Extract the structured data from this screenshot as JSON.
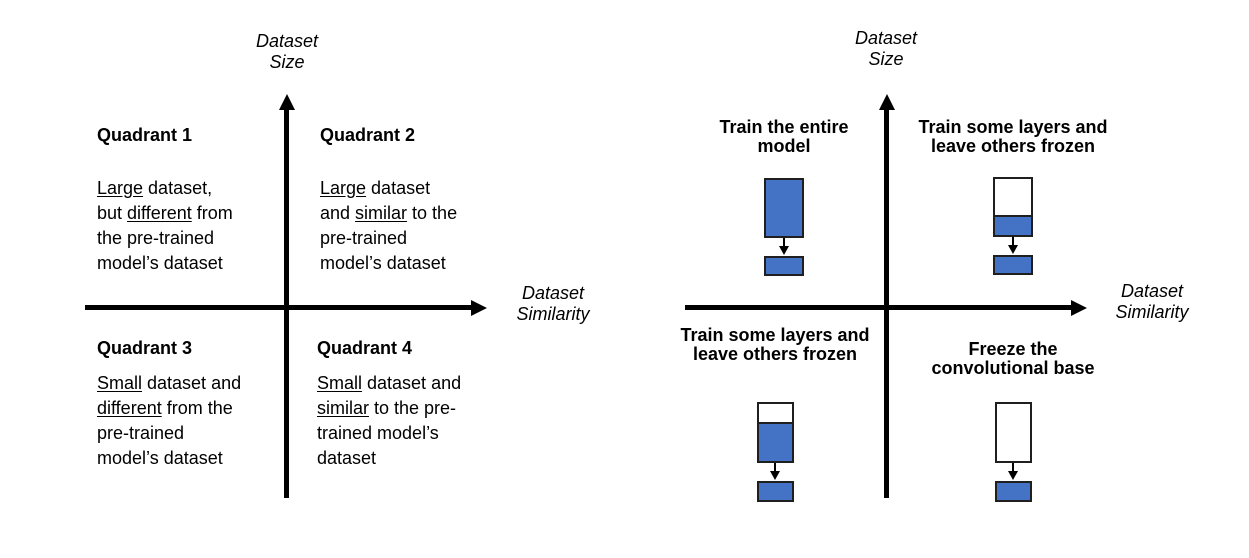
{
  "colors": {
    "trained_fill": "#4472C4",
    "frozen_fill": "#FFFFFF",
    "shape_border": "#1F1F1F",
    "axis": "#000000"
  },
  "left_chart": {
    "y_axis_label": "Dataset\nSize",
    "x_axis_label": "Dataset\nSimilarity",
    "quadrants": [
      {
        "title": "Quadrant 1",
        "body": "_Large_ dataset,\nbut _different_ from\nthe pre-trained\nmodel’s dataset"
      },
      {
        "title": "Quadrant 2",
        "body": "_Large_ dataset\nand _similar_ to the\npre-trained\nmodel’s dataset"
      },
      {
        "title": "Quadrant 3",
        "body": "_Small_ dataset and\n_different_ from the\npre-trained\nmodel’s dataset"
      },
      {
        "title": "Quadrant 4",
        "body": "_Small_ dataset and\n_similar_ to the pre-\ntrained model’s\ndataset"
      }
    ]
  },
  "right_chart": {
    "y_axis_label": "Dataset\nSize",
    "x_axis_label": "Dataset\nSimilarity",
    "quadrants": [
      {
        "title": "Train the entire\nmodel",
        "diagram": {
          "width": 40,
          "stack_height": 60,
          "frozen_height": 0,
          "output_height": 20
        }
      },
      {
        "title": "Train some layers and\nleave others frozen",
        "diagram": {
          "width": 40,
          "stack_height": 60,
          "frozen_height": 40,
          "output_height": 20
        }
      },
      {
        "title": "Train some layers and\nleave others frozen",
        "diagram": {
          "width": 37,
          "stack_height": 61,
          "frozen_height": 20,
          "output_height": 21
        }
      },
      {
        "title": "Freeze the\nconvolutional base",
        "diagram": {
          "width": 37,
          "stack_height": 61,
          "frozen_height": 61,
          "output_height": 21
        }
      }
    ]
  }
}
